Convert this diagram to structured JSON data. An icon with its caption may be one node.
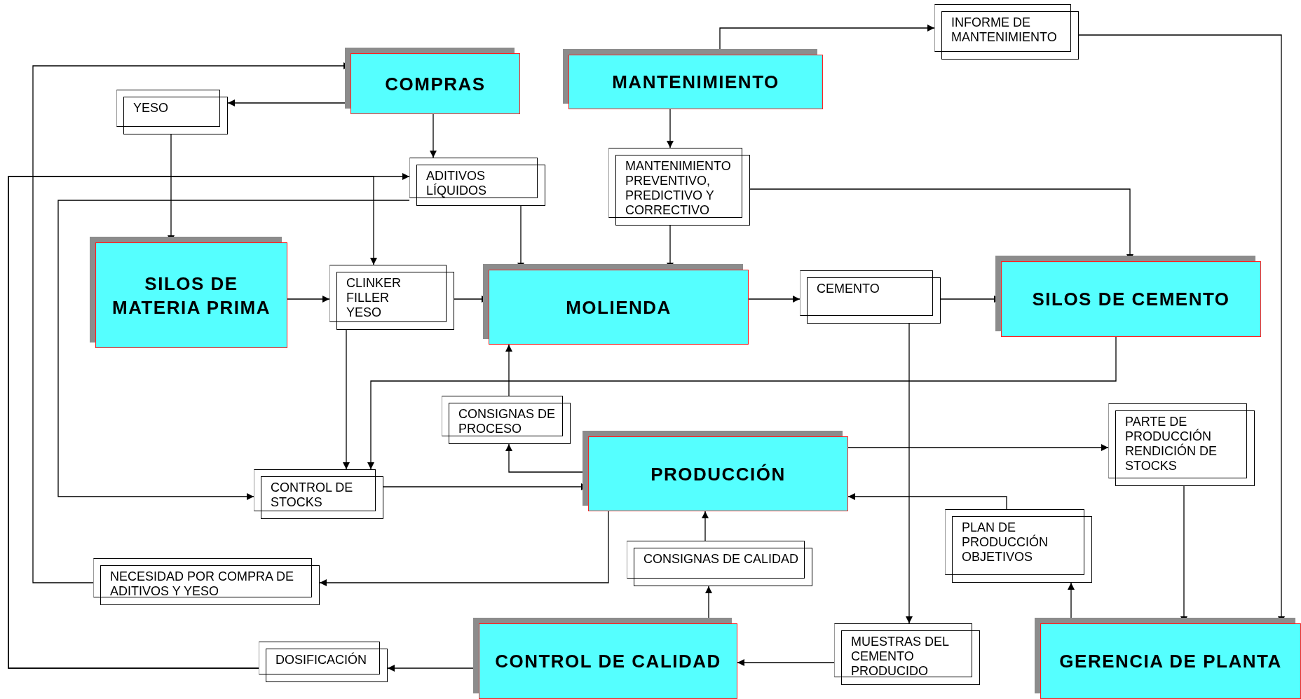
{
  "diagram": {
    "nodes": [
      {
        "text": [
          "COMPRAS"
        ]
      },
      {
        "text": [
          "MANTENIMIENTO"
        ]
      },
      {
        "text": [
          "INFORME DE MANTENIMIENTO"
        ]
      },
      {
        "text": [
          "YESO"
        ]
      },
      {
        "text": [
          "ADITIVOS LÍQUIDOS"
        ]
      },
      {
        "text": [
          "MANTENIMIENTO PREVENTIVO, PREDICTIVO Y CORRECTIVO"
        ]
      },
      {
        "text": [
          "SILOS DE MATERIA PRIMA"
        ]
      },
      {
        "text": [
          "CLINKER FILLER YESO"
        ]
      },
      {
        "text": [
          "MOLIENDA"
        ]
      },
      {
        "text": [
          "CEMENTO"
        ]
      },
      {
        "text": [
          "SILOS DE CEMENTO"
        ]
      },
      {
        "text": [
          "CONSIGNAS DE PROCESO"
        ]
      },
      {
        "text": [
          "PRODUCCIÓN"
        ]
      },
      {
        "text": [
          "PARTE DE PRODUCCIÓN RENDICIÓN DE STOCKS"
        ]
      },
      {
        "text": [
          "CONTROL DE STOCKS"
        ]
      },
      {
        "text": [
          "PLAN DE PRODUCCIÓN OBJETIVOS"
        ]
      },
      {
        "text": [
          "CONSIGNAS DE CALIDAD"
        ]
      },
      {
        "text": [
          "NECESIDAD POR COMPRA DE ADITIVOS Y YESO"
        ]
      },
      {
        "text": [
          "DOSIFICACIÓN"
        ]
      },
      {
        "text": [
          "CONTROL DE CALIDAD"
        ]
      },
      {
        "text": [
          "MUESTRAS DEL CEMENTO PRODUCIDO"
        ]
      },
      {
        "text": [
          "GERENCIA DE PLANTA"
        ]
      }
    ],
    "edges": [
      {
        "from": 0,
        "to": 3,
        "arrow": "to"
      },
      {
        "from": 0,
        "to": 4,
        "arrow": "to"
      },
      {
        "from": 1,
        "to": 2,
        "arrow": "to"
      },
      {
        "from": 1,
        "to": 5,
        "arrow": "to"
      },
      {
        "from": 5,
        "to": 8,
        "arrow": "to"
      },
      {
        "from": 5,
        "to": 10,
        "arrow": "to"
      },
      {
        "from": 2,
        "to": 21,
        "arrow": "to"
      },
      {
        "from": 3,
        "to": 6,
        "arrow": "to"
      },
      {
        "from": 6,
        "to": 7,
        "arrow": "to"
      },
      {
        "from": 7,
        "to": 8,
        "arrow": "to"
      },
      {
        "from": 4,
        "to": 8,
        "arrow": "to"
      },
      {
        "from": 8,
        "to": 9,
        "arrow": "to"
      },
      {
        "from": 9,
        "to": 10,
        "arrow": "to"
      },
      {
        "from": 9,
        "to": 20,
        "arrow": "to"
      },
      {
        "from": 10,
        "to": 14,
        "arrow": "to"
      },
      {
        "from": 7,
        "to": 14,
        "arrow": "to"
      },
      {
        "from": 4,
        "to": 14,
        "arrow": "to"
      },
      {
        "from": 18,
        "to": 7,
        "arrow": "to"
      },
      {
        "from": 18,
        "to": 4,
        "arrow": "to"
      },
      {
        "from": 17,
        "to": 0,
        "arrow": "to"
      },
      {
        "from": 12,
        "to": 17,
        "arrow": "to"
      },
      {
        "from": 14,
        "to": 12,
        "arrow": "to"
      },
      {
        "from": 12,
        "to": 11,
        "arrow": "to"
      },
      {
        "from": 11,
        "to": 8,
        "arrow": "to"
      },
      {
        "from": 12,
        "to": 13,
        "arrow": "to"
      },
      {
        "from": 15,
        "to": 12,
        "arrow": "to"
      },
      {
        "from": 16,
        "to": 12,
        "arrow": "to"
      },
      {
        "from": 19,
        "to": 16,
        "arrow": "to"
      },
      {
        "from": 19,
        "to": 18,
        "arrow": "to"
      },
      {
        "from": 20,
        "to": 19,
        "arrow": "to"
      },
      {
        "from": 21,
        "to": 15,
        "arrow": "to"
      },
      {
        "from": 13,
        "to": 21,
        "arrow": "to"
      }
    ]
  }
}
